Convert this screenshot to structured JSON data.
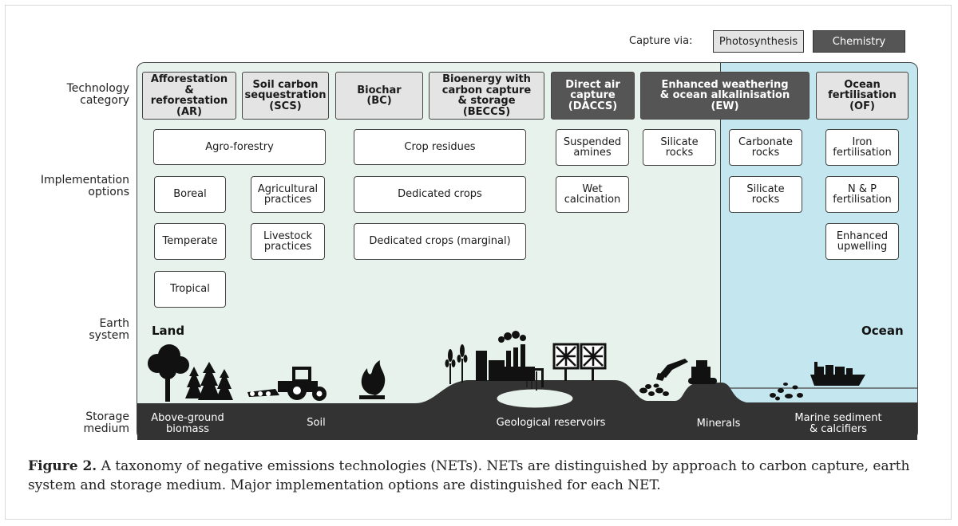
{
  "legend": {
    "capture_via": "Capture via:",
    "photosynthesis": "Photosynthesis",
    "chemistry": "Chemistry"
  },
  "row_labels": {
    "technology_category": "Technology\ncategory",
    "implementation_options": "Implementation\noptions",
    "earth_system": "Earth\nsystem",
    "storage_medium": "Storage\nmedium"
  },
  "categories": [
    {
      "label": "Afforestation &\nreforestation\n(AR)",
      "capture": "Photosynthesis"
    },
    {
      "label": "Soil carbon\nsequestration\n(SCS)",
      "capture": "Photosynthesis"
    },
    {
      "label": "Biochar\n(BC)",
      "capture": "Photosynthesis"
    },
    {
      "label": "Bioenergy with\ncarbon capture\n& storage (BECCS)",
      "capture": "Photosynthesis"
    },
    {
      "label": "Direct air\ncapture\n(DACCS)",
      "capture": "Chemistry"
    },
    {
      "label": "Enhanced weathering\n& ocean alkalinisation\n(EW)",
      "capture": "Chemistry"
    },
    {
      "label": "Ocean\nfertilisation\n(OF)",
      "capture": "Photosynthesis"
    }
  ],
  "options": {
    "agro_forestry": "Agro-forestry",
    "boreal": "Boreal",
    "temperate": "Temperate",
    "tropical": "Tropical",
    "agricultural_practices": "Agricultural\npractices",
    "livestock_practices": "Livestock\npractices",
    "crop_residues": "Crop residues",
    "dedicated_crops": "Dedicated crops",
    "dedicated_crops_marginal": "Dedicated crops (marginal)",
    "suspended_amines": "Suspended\namines",
    "wet_calcination": "Wet\ncalcination",
    "silicate_rocks_land": "Silicate\nrocks",
    "carbonate_rocks": "Carbonate\nrocks",
    "silicate_rocks_ocean": "Silicate\nrocks",
    "iron_fertilisation": "Iron\nfertilisation",
    "np_fertilisation": "N & P\nfertilisation",
    "enhanced_upwelling": "Enhanced\nupwelling"
  },
  "earth_system": {
    "land": "Land",
    "ocean": "Ocean"
  },
  "storage": {
    "above_ground_biomass": "Above-ground\nbiomass",
    "soil": "Soil",
    "geological_reservoirs": "Geological reservoirs",
    "minerals": "Minerals",
    "marine_sediment": "Marine sediment\n& calcifiers"
  },
  "caption": {
    "figure_label": "Figure 2.",
    "text": " A taxonomy of negative emissions technologies (NETs). NETs are distinguished by approach to carbon capture, earth system and storage medium. Major implementation options are distinguished for each NET."
  },
  "icons": [
    "tree-icon",
    "pine-trees-icon",
    "tractor-icon",
    "fire-icon",
    "wheat-icon",
    "factory-icon",
    "fan-icon",
    "excavator-icon",
    "rocks-icon",
    "ship-icon"
  ],
  "colors": {
    "land_bg": "#e7f2ec",
    "ocean_bg": "#c3e6ef",
    "photosynthesis": "#e4e4e4",
    "chemistry": "#555555",
    "ground": "#333333"
  }
}
